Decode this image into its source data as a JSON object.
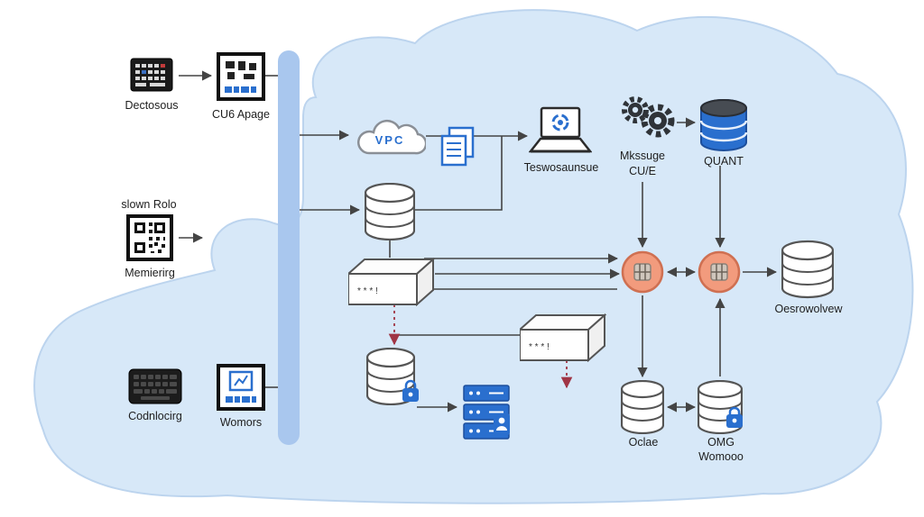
{
  "colors": {
    "cloud_fill": "#d7e8f8",
    "cloud_edge": "#bcd4ee",
    "entry_bar": "#a9c7ee",
    "accent_blue": "#2a6fce",
    "orange_fill": "#f29b7d",
    "orange_stroke": "#cf7052",
    "line": "#444444",
    "dashed_line": "#a03545"
  },
  "left_panel": {
    "group1": {
      "label1": "Dectosous",
      "label2": "CU6 Apage"
    },
    "group2": {
      "title": "slown Rolo",
      "label": "Memierirg"
    },
    "group3": {
      "label1": "Codnlocirg",
      "label2": "Womors"
    }
  },
  "cloud": {
    "vpc_text": "VPC",
    "laptop_label": "Teswosaunsue",
    "gears_label_line1": "Mkssuge",
    "gears_label_line2": "CU/E",
    "quant_label": "QUANT",
    "right_db_label": "Oesrowolvew",
    "oclae_label": "Oclae",
    "omg_label_line1": "OMG",
    "omg_label_line2": "Womooo",
    "switch1_text": "* * * !",
    "switch2_text": "* * * !"
  }
}
